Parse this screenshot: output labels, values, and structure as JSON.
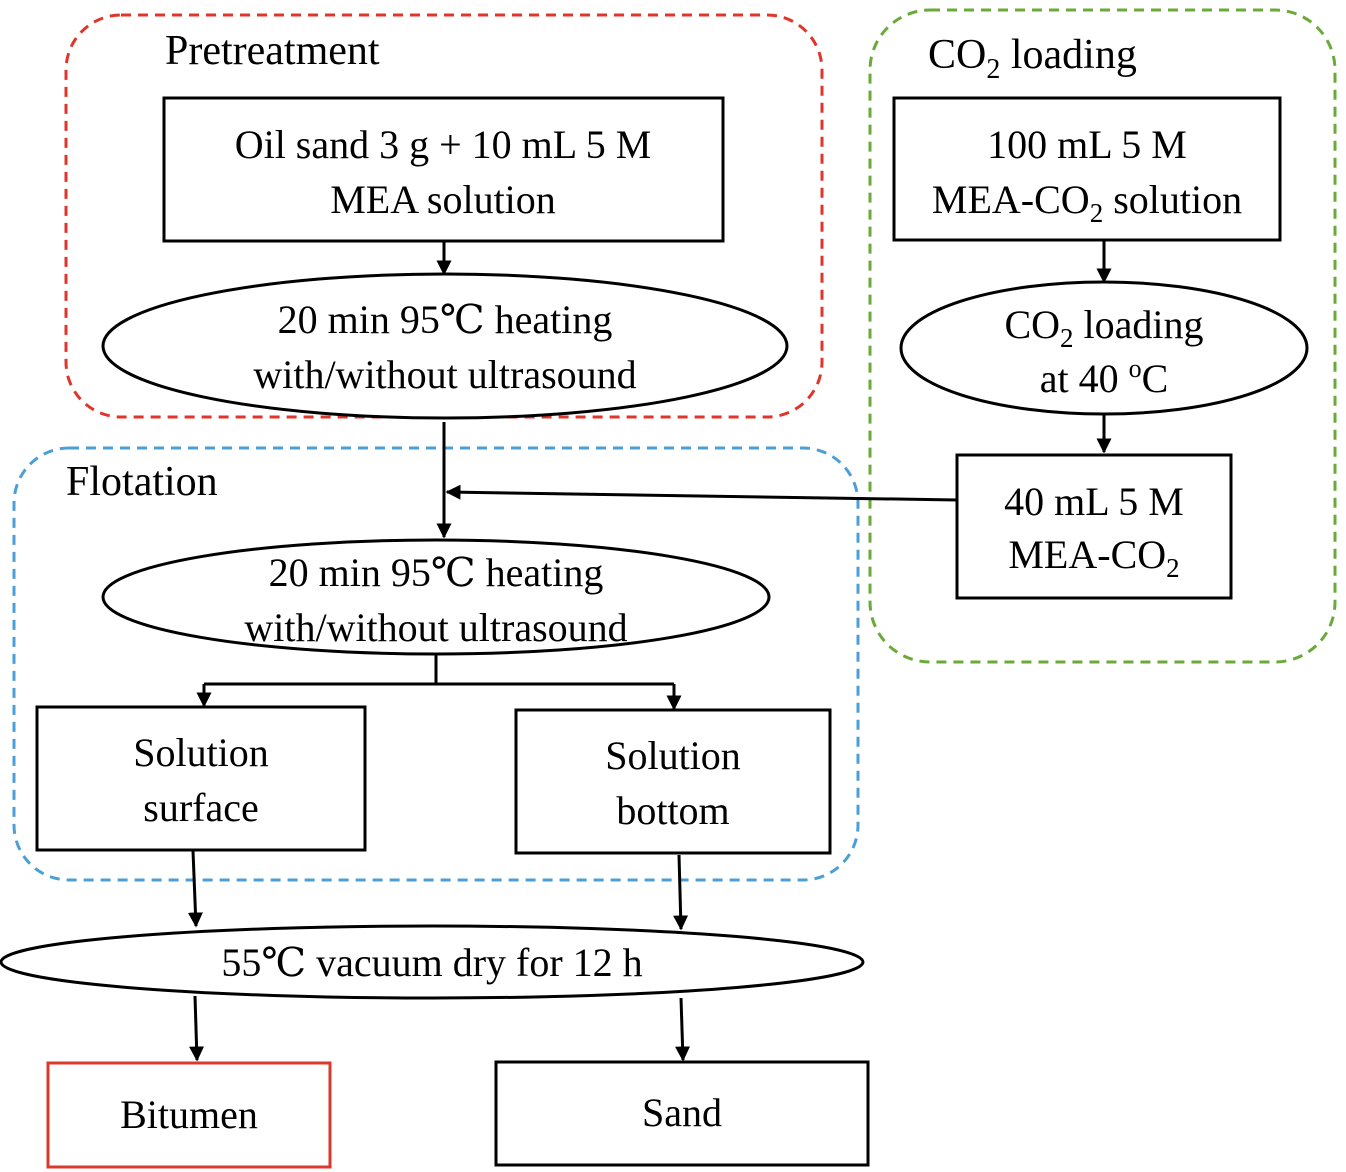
{
  "groups": {
    "pretreatment": {
      "label": "Pretreatment",
      "color": "#e0352b"
    },
    "co2_loading": {
      "label_prefix": "CO",
      "label_sub": "2",
      "label_suffix": " loading",
      "color": "#6aaa3a"
    },
    "flotation": {
      "label": "Flotation",
      "color": "#4b9fd5"
    }
  },
  "nodes": {
    "oil_sand": {
      "line1": "Oil sand 3 g + 10 mL 5 M",
      "line2": "MEA solution"
    },
    "pre_heating": {
      "line1": "20 min 95℃ heating",
      "line2": "with/without ultrasound"
    },
    "mea_co2_100": {
      "line1": "100 mL 5 M",
      "line2_prefix": "MEA-CO",
      "line2_sub": "2",
      "line2_suffix": " solution"
    },
    "co2_loading_step": {
      "line1_prefix": "CO",
      "line1_sub": "2",
      "line1_suffix": " loading",
      "line2_prefix": "at 40 ",
      "line2_sup": "o",
      "line2_suffix": "C"
    },
    "mea_co2_40": {
      "line1": "40 mL 5 M",
      "line2_prefix": "MEA-CO",
      "line2_sub": "2"
    },
    "flot_heating": {
      "line1": "20 min 95℃ heating",
      "line2": "with/without ultrasound"
    },
    "solution_surface": {
      "line1": "Solution",
      "line2": "surface"
    },
    "solution_bottom": {
      "line1": "Solution",
      "line2": "bottom"
    },
    "vacuum_dry": {
      "label": "55℃ vacuum dry for 12 h"
    },
    "bitumen": {
      "label": "Bitumen",
      "border_color": "#d93a2b"
    },
    "sand": {
      "label": "Sand"
    }
  }
}
